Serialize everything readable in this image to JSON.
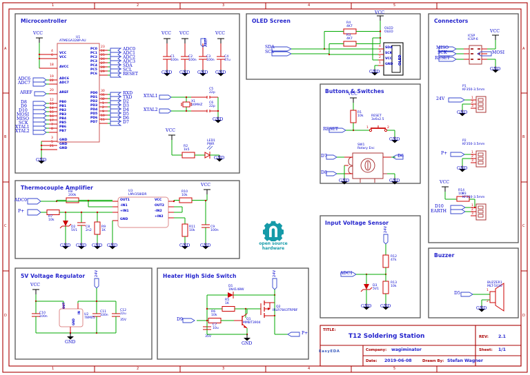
{
  "sheet": {
    "grid_columns": [
      "1",
      "2",
      "3",
      "4",
      "5"
    ],
    "grid_rows": [
      "A",
      "B",
      "C",
      "D"
    ],
    "oshw_logo_text_line1": "open source",
    "oshw_logo_text_line2": "hardware",
    "oshw_color": "#159aa8",
    "vendor_logo": "EasyEDA",
    "wire_color": "#00aa00",
    "symbol_color": "#cc0000",
    "label_color": "#0000cc"
  },
  "title_block": {
    "title_label": "TITLE:",
    "title_value": "T12 Soldering Station",
    "rev_label": "REV:",
    "rev_value": "2.1",
    "company_label": "Company:",
    "company_value": "wagiminator",
    "sheet_label": "Sheet:",
    "sheet_value": "1/1",
    "date_label": "Date:",
    "date_value": "2019-06-08",
    "drawn_by_label": "Drawn By:",
    "drawn_by_value": "Stefan Wagner"
  },
  "blocks": {
    "microcontroller": {
      "title": "Microcontroller",
      "ic": {
        "refdes": "U1",
        "part": "ATMEGA328P-AU"
      },
      "power_pins": [
        {
          "num": "4",
          "name": "VCC"
        },
        {
          "num": "6",
          "name": "VCC"
        },
        {
          "num": "18",
          "name": "AVCC"
        }
      ],
      "left_pins": [
        {
          "num": "19",
          "name": "ADC6",
          "net": "ADC6"
        },
        {
          "num": "22",
          "name": "ADC7",
          "net": "ADC7"
        },
        {
          "num": "20",
          "name": "AREF",
          "net": "AREF"
        },
        {
          "num": "12",
          "name": "PB0",
          "net": "D8"
        },
        {
          "num": "13",
          "name": "PB1",
          "net": "D9"
        },
        {
          "num": "14",
          "name": "PB2",
          "net": "D10"
        },
        {
          "num": "15",
          "name": "PB3",
          "net": "MOSI"
        },
        {
          "num": "16",
          "name": "PB4",
          "net": "MISO"
        },
        {
          "num": "17",
          "name": "PB5",
          "net": "SCK"
        },
        {
          "num": "7",
          "name": "PB6",
          "net": "XTAL1"
        },
        {
          "num": "8",
          "name": "PB7",
          "net": "XTAL2"
        }
      ],
      "gnd_pins": [
        {
          "num": "3",
          "name": "GND"
        },
        {
          "num": "5",
          "name": "GND"
        },
        {
          "num": "21",
          "name": "GND"
        }
      ],
      "right_pins_pc": [
        {
          "num": "23",
          "name": "PC0",
          "net": "ADC0"
        },
        {
          "num": "24",
          "name": "PC1",
          "net": "ADC1"
        },
        {
          "num": "25",
          "name": "PC2",
          "net": "ADC2"
        },
        {
          "num": "26",
          "name": "PC3",
          "net": "ADC3"
        },
        {
          "num": "27",
          "name": "PC4",
          "net": "SDA"
        },
        {
          "num": "28",
          "name": "PC5",
          "net": "SCL"
        },
        {
          "num": "29",
          "name": "PC6",
          "net": "RESET"
        }
      ],
      "right_pins_pd": [
        {
          "num": "30",
          "name": "PD0",
          "net": "RXD"
        },
        {
          "num": "31",
          "name": "PD1",
          "net": "TXD"
        },
        {
          "num": "32",
          "name": "PD2",
          "net": "D2"
        },
        {
          "num": "1",
          "name": "PD3",
          "net": "D3"
        },
        {
          "num": "2",
          "name": "PD4",
          "net": "D4"
        },
        {
          "num": "9",
          "name": "PD5",
          "net": "D5"
        },
        {
          "num": "10",
          "name": "PD6",
          "net": "D6"
        },
        {
          "num": "11",
          "name": "PD7",
          "net": "D7"
        }
      ],
      "decoupling_caps": [
        {
          "refdes": "C1",
          "value": "100n",
          "rail": "VCC"
        },
        {
          "refdes": "C2",
          "value": "100n",
          "rail": "VCC"
        },
        {
          "refdes": "C3",
          "value": "100n",
          "rail": "AREF"
        },
        {
          "refdes": "C4",
          "value": "47u",
          "rail": "VCC"
        }
      ],
      "crystal": {
        "refdes": "X1",
        "value": "16MHZ",
        "port1": "XTAL1",
        "port2": "XTAL2"
      },
      "crystal_caps": [
        {
          "refdes": "C5",
          "value": "22p"
        },
        {
          "refdes": "C6",
          "value": "22p"
        }
      ],
      "power_led": {
        "refdes": "LED1",
        "value": "PWR",
        "resistor_refdes": "R2",
        "resistor_value": "1k5",
        "rail": "VCC"
      },
      "gnd_label": "GND",
      "vcc_label": "VCC"
    },
    "oled": {
      "title": "OLED Screen",
      "pullups": [
        {
          "refdes": "R4",
          "value": "4K7"
        },
        {
          "refdes": "R3",
          "value": "4K7"
        }
      ],
      "ports": [
        "SDA",
        "SCL"
      ],
      "connector": {
        "refdes": "OLED",
        "part": "OLED",
        "side_text": "OLED"
      },
      "connector_pins": [
        {
          "num": "4",
          "name": "SDA"
        },
        {
          "num": "3",
          "name": "SCK"
        },
        {
          "num": "2",
          "name": "VCC"
        },
        {
          "num": "1",
          "name": "GND"
        }
      ],
      "vcc_label": "VCC",
      "gnd_label": "GND"
    },
    "connectors": {
      "title": "Connectors",
      "icsp": {
        "refdes": "ICSP",
        "part": "ICSP-6",
        "left_ports": [
          "MISO",
          "SCK",
          "RESET"
        ],
        "right_port": "MOSI",
        "vcc_label": "VCC",
        "gnd_label": "GND"
      },
      "terminals": [
        {
          "refdes": "P1",
          "part": "KF350-3.5mm",
          "port": "24V",
          "gnd_label": "GND"
        },
        {
          "refdes": "P2",
          "part": "KF350-3.5mm",
          "port": "P+",
          "gnd_label": "GND"
        },
        {
          "refdes": "P3",
          "part": "KF350-3.5mm",
          "ports": [
            "D10",
            "EARTH"
          ],
          "resistor_refdes": "R14",
          "resistor_value": "10k",
          "rail": "VCC"
        }
      ]
    },
    "buttons": {
      "title": "Buttons & Switches",
      "reset": {
        "resistor_refdes": "R1",
        "resistor_value": "10k",
        "switch_name": "RESET",
        "switch_value": "3x6x2.5",
        "port": "RESET",
        "vcc_label": "VCC",
        "gnd_label": "GND"
      },
      "encoder": {
        "refdes": "SW1",
        "part": "Rotary Enc",
        "ports": [
          "D7",
          "D6",
          "D8"
        ],
        "gnd_label": "GND"
      }
    },
    "input_voltage_sensor": {
      "title": "Input Voltage Sensor",
      "source_port": "24V",
      "out_port": "ADC1",
      "divider": [
        {
          "refdes": "R12",
          "value": "47k"
        },
        {
          "refdes": "R13",
          "value": "10k"
        }
      ],
      "zener": {
        "refdes": "D3",
        "value": "5V1"
      },
      "gnd_label": "GND"
    },
    "thermocouple_amplifier": {
      "title": "Thermocouple Amplifier",
      "opamp": {
        "refdes": "U3",
        "part": "LMV358IDR"
      },
      "opamp_pins_left": [
        "OUT1",
        "-IN1",
        "+IN1",
        "GND"
      ],
      "opamp_pins_right": [
        "VCC",
        "OUT2",
        "-IN2",
        "+IN2"
      ],
      "ports": [
        "ADC0",
        "P+"
      ],
      "components": [
        {
          "refdes": "R8",
          "value": "200k"
        },
        {
          "refdes": "R7",
          "value": "10k"
        },
        {
          "refdes": "D2",
          "value": "5V1"
        },
        {
          "refdes": "C8",
          "value": "2n2"
        },
        {
          "refdes": "R9",
          "value": "1K"
        },
        {
          "refdes": "R10",
          "value": "10k"
        },
        {
          "refdes": "R11",
          "value": "10k"
        },
        {
          "refdes": "C9",
          "value": "100n"
        }
      ],
      "vcc_label": "VCC",
      "gnd_label": "GND"
    },
    "regulator": {
      "title": "5V Voltage Regulator",
      "ic": {
        "refdes": "U2",
        "part": "78M05",
        "pins": [
          "OUT",
          "GND",
          "IN"
        ]
      },
      "caps": [
        {
          "refdes": "C10",
          "value": "100n"
        },
        {
          "refdes": "C11",
          "value": "330n"
        },
        {
          "refdes": "C12",
          "value": "22u",
          "rating": "35V"
        }
      ],
      "input_port": "24V",
      "vcc_label": "VCC",
      "gnd_label": "GND"
    },
    "heater": {
      "title": "Heater High Side Switch",
      "components": [
        {
          "refdes": "D1",
          "value": "1N4148W"
        },
        {
          "refdes": "R5",
          "value": "1K"
        },
        {
          "refdes": "R6",
          "value": "10k"
        },
        {
          "refdes": "C7",
          "value": "10u",
          "rating": "35V"
        },
        {
          "refdes": "Q1",
          "value": "MMBT3904"
        },
        {
          "refdes": "Q2",
          "value": "IRLR7843TRPBF"
        }
      ],
      "ports": [
        "D9",
        "24V",
        "P+"
      ],
      "gnd_label": "GND"
    },
    "buzzer": {
      "title": "Buzzer",
      "device": {
        "refdes": "BUZZER1",
        "part": "MLT-5030"
      },
      "port": "D5",
      "gnd_label": "GND"
    }
  }
}
